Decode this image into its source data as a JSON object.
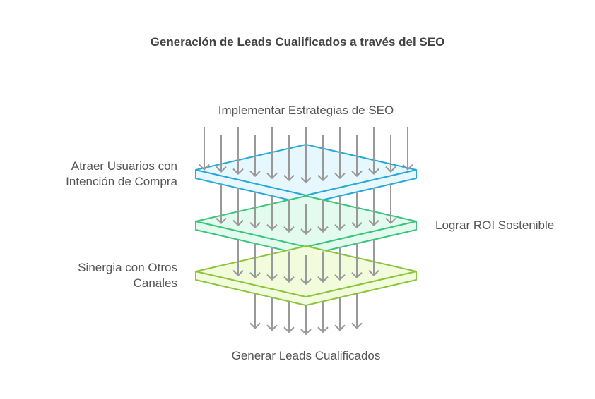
{
  "title": "Generación de Leads Cualificados a través del SEO",
  "input_label": "Implementar Estrategias de SEO",
  "output_label": "Generar Leads Cualificados",
  "layers": [
    {
      "name": "atraer-usuarios",
      "label_line1": "Atraer Usuarios con",
      "label_line2": "Intención de Compra",
      "label_side": "left",
      "stroke": "#29a8d6",
      "fill": "#e6f7fd"
    },
    {
      "name": "lograr-roi",
      "label_line1": "Lograr ROI Sostenible",
      "label_side": "right",
      "stroke": "#3cc47c",
      "fill": "#e3fbee"
    },
    {
      "name": "sinergia-canales",
      "label_line1": "Sinergia con Otros",
      "label_line2": "Canales",
      "label_side": "left",
      "stroke": "#8cc43c",
      "fill": "#f2fcdc"
    }
  ],
  "arrow_color": "#999999",
  "arrow_counts": {
    "input": 13,
    "after_layer1": 11,
    "after_layer2": 9,
    "output": 7
  }
}
